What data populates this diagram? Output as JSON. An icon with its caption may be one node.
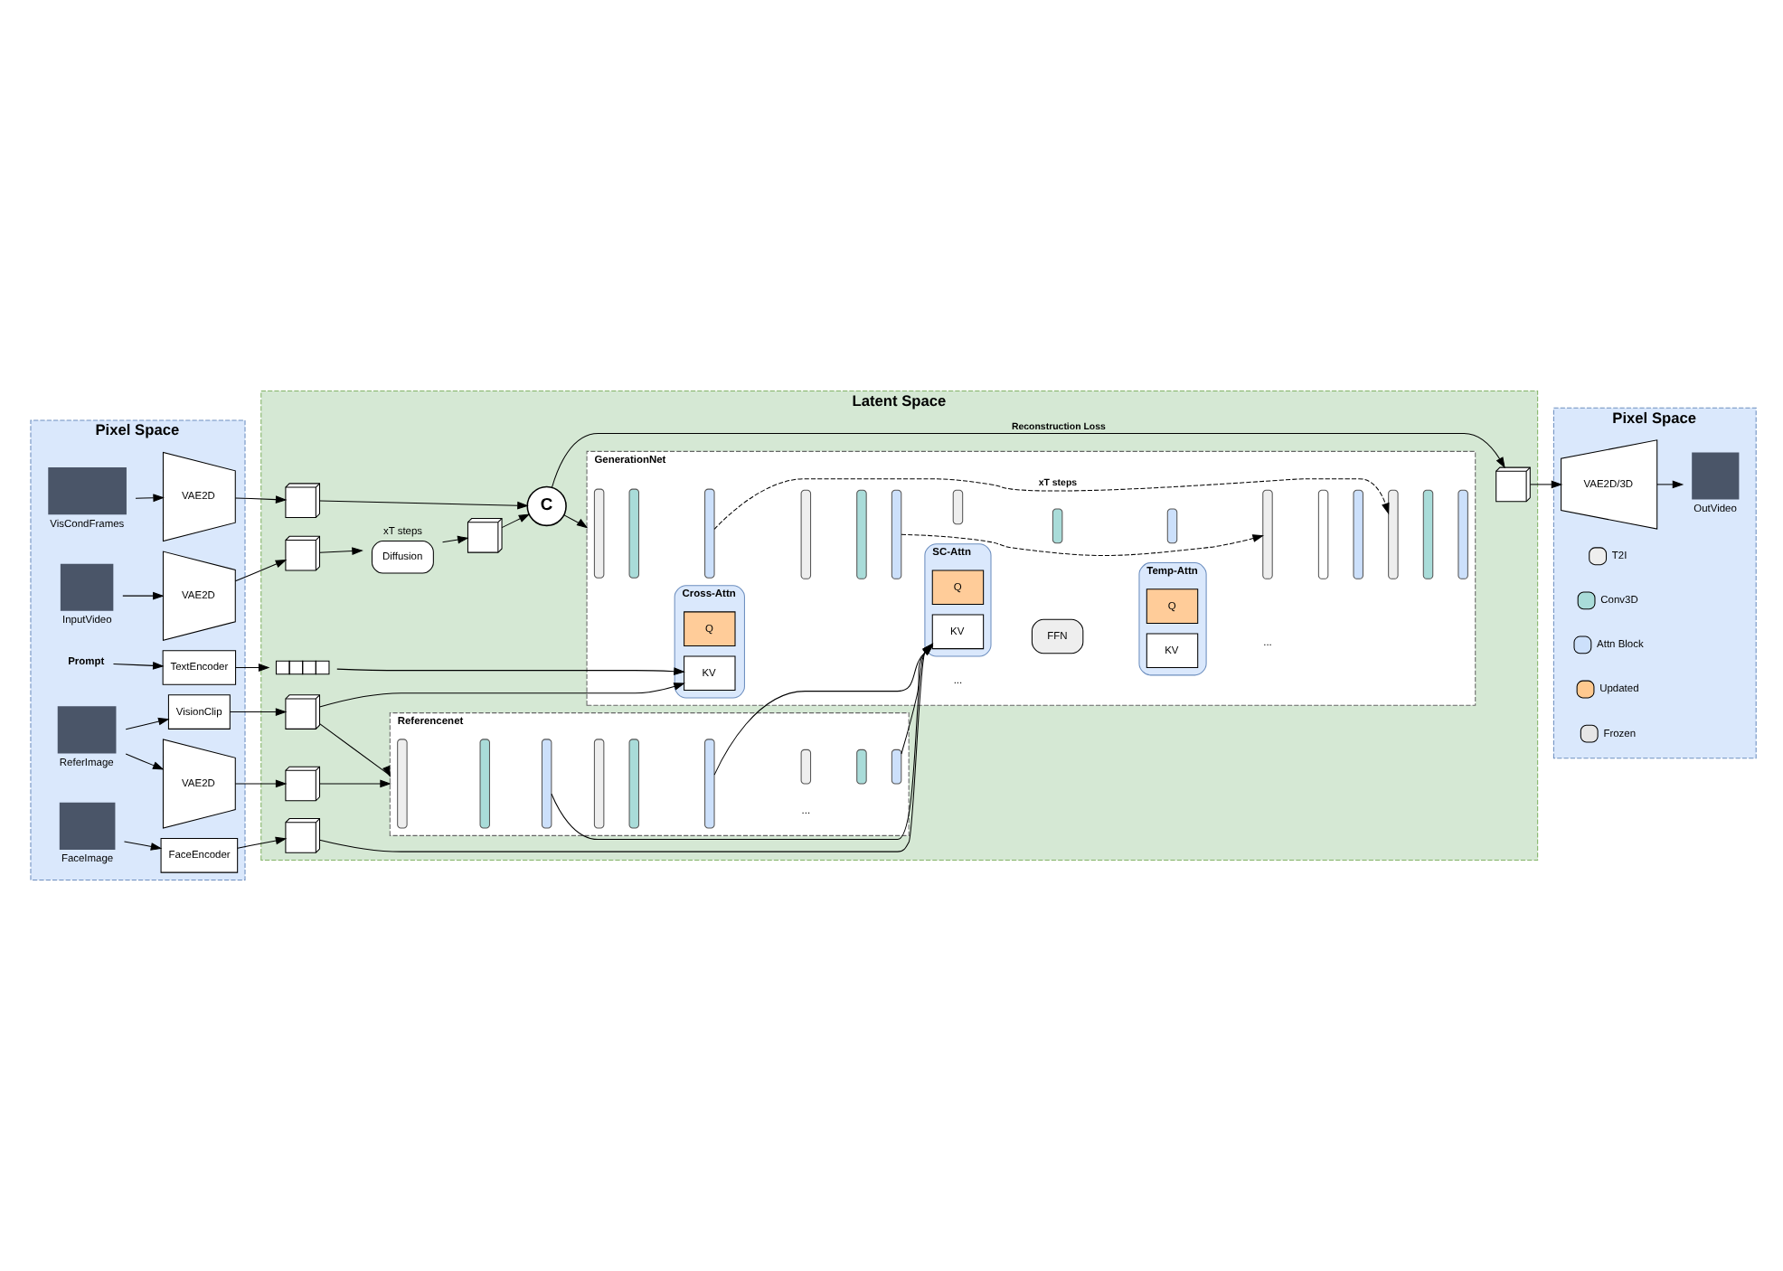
{
  "diagram": {
    "nodes": [
      {
        "text": [
          "Pixel Space"
        ]
      },
      {
        "text": [],
        "shape": "box",
        "beside": [
          "InputVideo"
        ],
        "in": 0
      },
      {
        "text": [
          "VAE2D"
        ],
        "in": 0
      },
      {
        "text": [],
        "shape": "box",
        "beside": [
          "VisCondFrames"
        ],
        "in": 0
      },
      {
        "text": [
          "VAE2D"
        ],
        "in": 0
      },
      {
        "text": [
          "Prompt"
        ],
        "in": 0
      },
      {
        "text": [
          "TextEncoder"
        ],
        "in": 0
      },
      {
        "text": [],
        "shape": "box",
        "beside": [
          "ReferImage"
        ],
        "in": 0
      },
      {
        "text": [
          "VAE2D"
        ],
        "in": 0
      },
      {
        "text": [
          "VisionClip"
        ],
        "in": 0
      },
      {
        "text": [],
        "shape": "box",
        "beside": [
          "FaceImage"
        ],
        "in": 0
      },
      {
        "text": [
          "FaceEncoder"
        ],
        "in": 0
      },
      {
        "text": [
          "Latent Space"
        ]
      },
      {
        "text": [],
        "shape": "box",
        "in": 12
      },
      {
        "text": [
          "Diffusion"
        ],
        "beside": [
          "xT steps"
        ],
        "in": 12
      },
      {
        "text": [],
        "shape": "box",
        "in": 12
      },
      {
        "text": [
          "C"
        ],
        "in": 12
      },
      {
        "text": [],
        "shape": "box",
        "in": 12
      },
      {
        "text": [],
        "shape": "box",
        "in": 12
      },
      {
        "text": [],
        "shape": "box",
        "in": 12
      },
      {
        "text": [],
        "shape": "box",
        "in": 12
      },
      {
        "text": [],
        "shape": "box",
        "in": 12
      },
      {
        "text": [
          "GenerationNet"
        ],
        "in": 12
      },
      {
        "text": [],
        "shape": "bar",
        "in": 22
      },
      {
        "text": [],
        "shape": "bar",
        "in": 22
      },
      {
        "text": [],
        "shape": "bar",
        "in": 22
      },
      {
        "text": [],
        "shape": "bar",
        "in": 22
      },
      {
        "text": [],
        "shape": "bar",
        "in": 22
      },
      {
        "text": [],
        "shape": "bar",
        "in": 22
      },
      {
        "text": [],
        "shape": "bar",
        "in": 22
      },
      {
        "text": [],
        "shape": "bar",
        "in": 22
      },
      {
        "text": [],
        "shape": "bar",
        "in": 22
      },
      {
        "text": [],
        "shape": "bar",
        "in": 22
      },
      {
        "text": [],
        "shape": "bar",
        "in": 22
      },
      {
        "text": [],
        "shape": "bar",
        "in": 22
      },
      {
        "text": [],
        "shape": "bar",
        "in": 22
      },
      {
        "text": [],
        "shape": "bar",
        "in": 22
      },
      {
        "text": [],
        "shape": "bar",
        "in": 22
      },
      {
        "text": [
          "Cross-Attn"
        ],
        "in": 22
      },
      {
        "text": [
          "Q"
        ],
        "in": 38
      },
      {
        "text": [
          "KV"
        ],
        "in": 38
      },
      {
        "text": [
          "SC-Attn"
        ],
        "in": 22
      },
      {
        "text": [
          "Q"
        ],
        "in": 41
      },
      {
        "text": [
          "KV"
        ],
        "in": 41
      },
      {
        "text": [
          "FFN"
        ],
        "in": 22
      },
      {
        "text": [
          "Temp-Attn"
        ],
        "in": 22
      },
      {
        "text": [
          "Q"
        ],
        "in": 45
      },
      {
        "text": [
          "KV"
        ],
        "in": 45
      },
      {
        "text": [],
        "shape": "box",
        "in": 12
      },
      {
        "text": [
          "Referencenet"
        ],
        "in": 12
      },
      {
        "text": [],
        "shape": "bar",
        "in": 49
      },
      {
        "text": [],
        "shape": "bar",
        "in": 49
      },
      {
        "text": [],
        "shape": "bar",
        "in": 49
      },
      {
        "text": [],
        "shape": "bar",
        "in": 49
      },
      {
        "text": [],
        "shape": "bar",
        "in": 49
      },
      {
        "text": [],
        "shape": "bar",
        "in": 49
      },
      {
        "text": [],
        "shape": "bar",
        "in": 49
      },
      {
        "text": [],
        "shape": "bar",
        "in": 49
      },
      {
        "text": [],
        "shape": "bar",
        "in": 49
      },
      {
        "text": [
          "Pixel Space"
        ]
      },
      {
        "text": [
          "VAE2D/3D"
        ],
        "in": 59
      },
      {
        "text": [],
        "shape": "box",
        "beside": [
          "OutVideo"
        ],
        "in": 59
      }
    ],
    "edges": [
      {
        "from": 1,
        "to": 2,
        "arrow": "to"
      },
      {
        "from": 2,
        "to": 13,
        "arrow": "to"
      },
      {
        "from": 13,
        "to": 14,
        "arrow": "to"
      },
      {
        "from": 14,
        "to": 15,
        "arrow": "to"
      },
      {
        "from": 15,
        "to": 16,
        "arrow": "to"
      },
      {
        "from": 17,
        "to": 16,
        "arrow": "to"
      },
      {
        "from": 16,
        "to": 22,
        "arrow": "to"
      },
      {
        "from": 16,
        "to": 48,
        "label": "Reconstruction Loss",
        "arrow": "to"
      },
      {
        "from": 48,
        "to": 60,
        "arrow": "to"
      },
      {
        "from": 60,
        "to": 61,
        "arrow": "to"
      },
      {
        "from": 3,
        "to": 4,
        "arrow": "to"
      },
      {
        "from": 4,
        "to": 17,
        "arrow": "to"
      },
      {
        "from": 5,
        "to": 6,
        "arrow": "to"
      },
      {
        "from": 6,
        "to": 18,
        "arrow": "to"
      },
      {
        "from": 18,
        "to": 40,
        "arrow": "to"
      },
      {
        "from": 20,
        "to": 40,
        "arrow": "to"
      },
      {
        "from": 7,
        "to": 8,
        "arrow": "to"
      },
      {
        "from": 8,
        "to": 19,
        "arrow": "to"
      },
      {
        "from": 19,
        "to": 49,
        "arrow": "to"
      },
      {
        "from": 7,
        "to": 9,
        "arrow": "to"
      },
      {
        "from": 9,
        "to": 20,
        "arrow": "to"
      },
      {
        "from": 20,
        "to": 49,
        "arrow": "to"
      },
      {
        "from": 10,
        "to": 11,
        "arrow": "to"
      },
      {
        "from": 11,
        "to": 21,
        "arrow": "to"
      },
      {
        "from": 21,
        "to": 43,
        "arrow": "to"
      },
      {
        "from": 52,
        "to": 43,
        "arrow": "to"
      },
      {
        "from": 55,
        "to": 43,
        "arrow": "to"
      },
      {
        "from": 58,
        "to": 43,
        "arrow": "to"
      },
      {
        "from": 25,
        "to": 35,
        "label": "xT steps",
        "arrow": "to",
        "style": "dashed"
      },
      {
        "from": 28,
        "to": 32,
        "arrow": "to",
        "style": "dashed"
      }
    ],
    "labels": [
      "...",
      "...",
      "..."
    ],
    "legend": [
      {
        "text": "T2I",
        "color": "#eeeeee"
      },
      {
        "text": "Conv3D",
        "color": "#a9dcd9"
      },
      {
        "text": "Attn Block",
        "color": "#cce0fb"
      },
      {
        "text": "Updated",
        "color": "#ffc98f"
      },
      {
        "text": "Frozen",
        "color": "#e6e6e6"
      }
    ]
  }
}
